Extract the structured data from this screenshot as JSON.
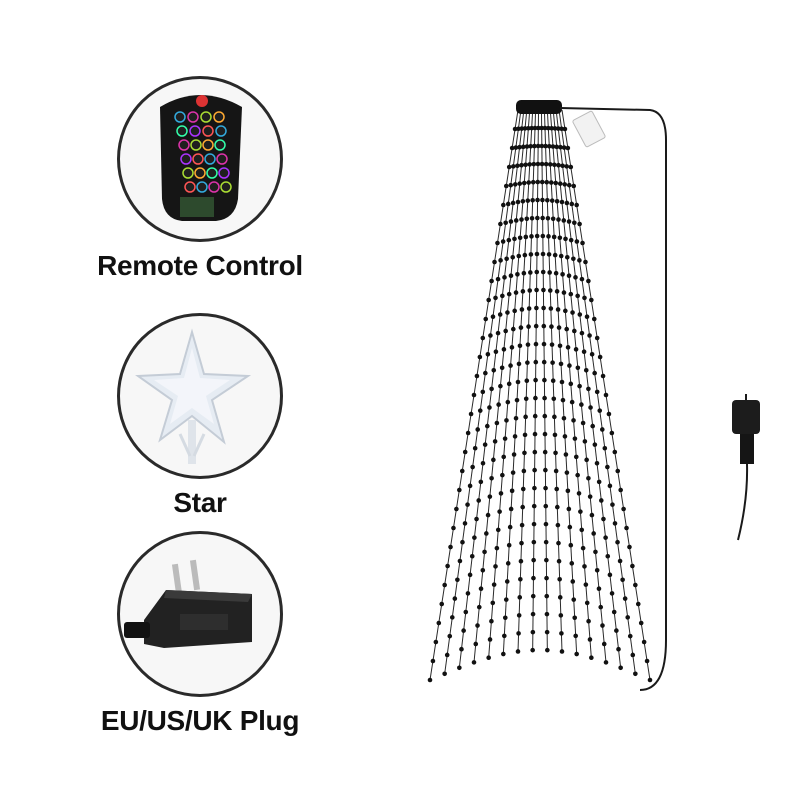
{
  "accessories": [
    {
      "id": "remote",
      "caption": "Remote Control"
    },
    {
      "id": "star",
      "caption": "Star"
    },
    {
      "id": "plug",
      "caption": "EU/US/UK Plug"
    }
  ],
  "product": {
    "strands": 16
  },
  "colors": {
    "outline": "#2a2a2a",
    "wire": "#1a1a1a",
    "background": "#ffffff"
  }
}
